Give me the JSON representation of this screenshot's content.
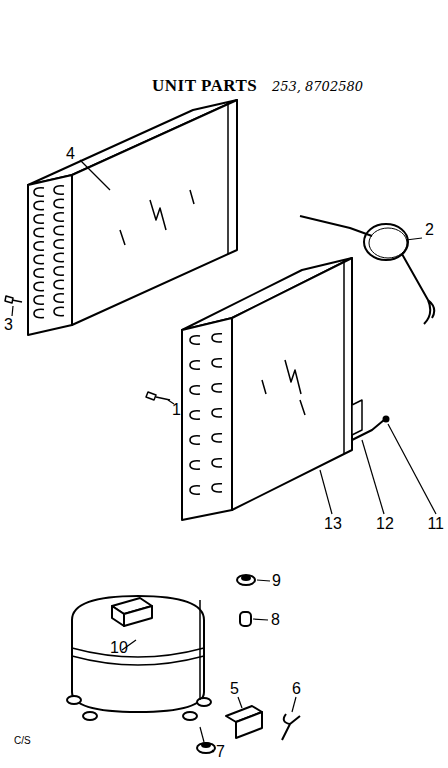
{
  "diagram": {
    "title": "UNIT PARTS",
    "labels": [
      "253, 8702580",
      "4",
      "2",
      "3",
      "1",
      "13",
      "12",
      "11",
      "9",
      "8",
      "10",
      "5",
      "6",
      "7",
      "C/S"
    ]
  }
}
